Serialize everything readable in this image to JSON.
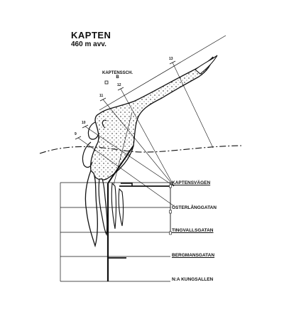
{
  "title": "KAPTEN",
  "subtitle": "460 m avv.",
  "shaft_label": "KAPTENSSCH.",
  "shaft_mark": "B",
  "level_numbers": [
    "13",
    "12",
    "11",
    "10",
    "9"
  ],
  "streets": [
    {
      "name": "KAPTENSVÄGEN"
    },
    {
      "name": "ÖSTERLÅNGGATAN"
    },
    {
      "name": "TINGVALLSGATAN"
    },
    {
      "name": "BERGMANSGATAN"
    },
    {
      "name": "N:A KUNGSALLEN"
    }
  ],
  "colors": {
    "ink": "#111111",
    "paper": "#ffffff"
  }
}
